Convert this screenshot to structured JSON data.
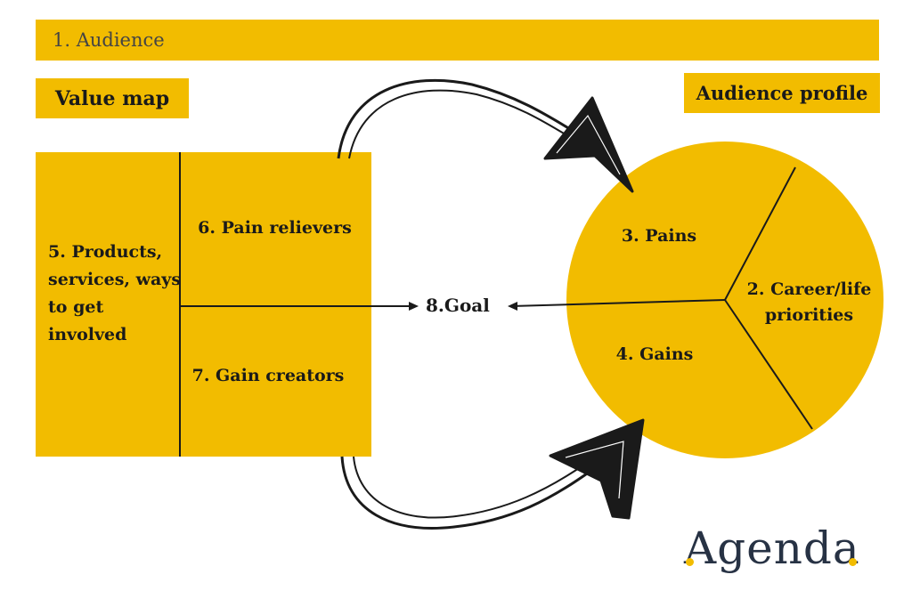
{
  "header": {
    "audience": "1. Audience"
  },
  "value_map": {
    "title": "Value map",
    "products": "5. Products, services, ways to get involved",
    "pain_relievers": "6. Pain relievers",
    "gain_creators": "7. Gain creators"
  },
  "audience_profile": {
    "title": "Audience profile",
    "pains": "3. Pains",
    "gains": "4. Gains",
    "priorities": "2. Career/life priorities"
  },
  "goal": "8.Goal",
  "logo": {
    "text": "Agenda"
  },
  "colors": {
    "accent": "#F2BC00",
    "text": "#1a1a1a",
    "logo": "#273244"
  }
}
